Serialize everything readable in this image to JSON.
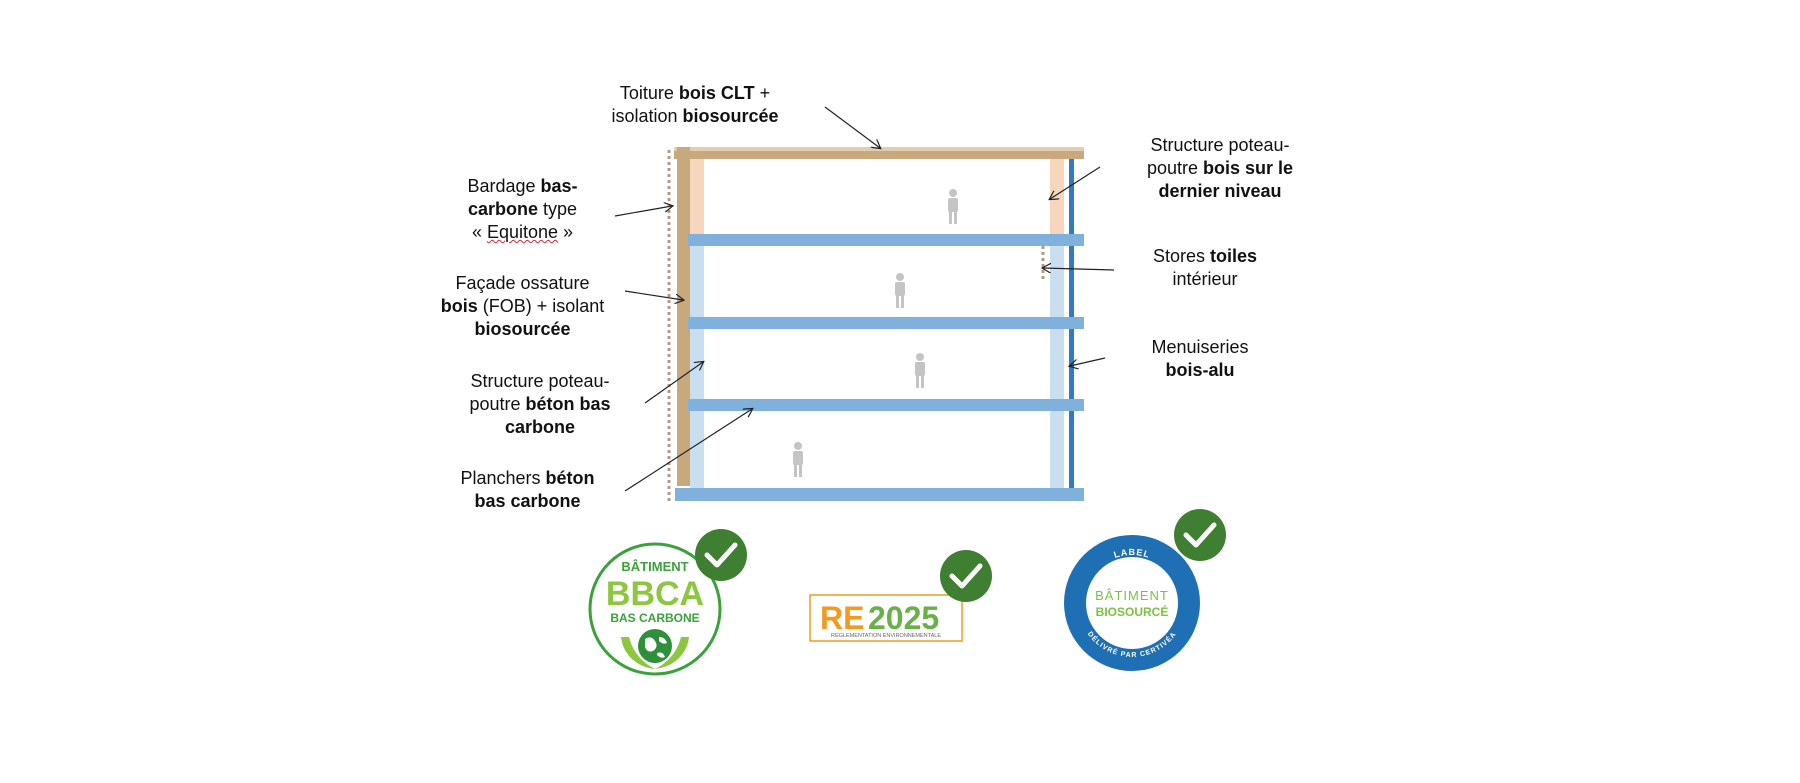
{
  "labels": {
    "toiture": {
      "l1_a": "Toiture ",
      "l1_b": "bois CLT",
      "l1_c": " +",
      "l2_a": "isolation ",
      "l2_b": "biosourcée"
    },
    "bardage": {
      "l1_a": "Bardage ",
      "l1_b": "bas-",
      "l2_a": "carbone",
      "l2_b": " type",
      "l3_a": "« ",
      "l3_b": "Equitone",
      "l3_c": " »"
    },
    "facade": {
      "l1": "Façade ossature",
      "l2_a": "bois",
      "l2_b": " (FOB) + isolant",
      "l3": "biosourcée"
    },
    "structure_beton": {
      "l1": "Structure poteau-",
      "l2_a": "poutre ",
      "l2_b": "béton bas",
      "l3": "carbone"
    },
    "planchers": {
      "l1_a": "Planchers ",
      "l1_b": "béton",
      "l2": "bas carbone"
    },
    "structure_bois": {
      "l1": "Structure poteau-",
      "l2_a": "poutre ",
      "l2_b": "bois sur le",
      "l3": "dernier niveau"
    },
    "stores": {
      "l1_a": "Stores ",
      "l1_b": "toiles",
      "l2": "intérieur"
    },
    "menuiseries": {
      "l1": "Menuiseries",
      "l2": "bois-alu"
    }
  },
  "badges": {
    "bbca": {
      "top": "BÂTIMENT",
      "main": "BBCA",
      "sub": "BAS CARBONE"
    },
    "re2025": {
      "main_a": "RE",
      "main_b": "2025",
      "sub": "RÉGLEMENTATION ENVIRONNEMENTALE"
    },
    "biosource": {
      "top": "LABEL",
      "l1": "BÂTIMENT",
      "l2": "BIOSOURCÉ",
      "bottom": "DÉLIVRÉ PAR CERTIVÉA"
    }
  },
  "colors": {
    "wood": "#c8a97e",
    "wood_light": "#f6d6bd",
    "slab_blue": "#7fb1dc",
    "glass_light": "#c9dff0",
    "frame_blue": "#2f7dc0",
    "person": "#c4c4c4",
    "check_green": "#3f7f32",
    "bbca_green": "#3aa23a",
    "bbca_lime": "#8dc63f",
    "re_orange": "#f39a1f",
    "re_green": "#67b246",
    "bio_blue": "#1f6fb5",
    "bio_green": "#7cc142"
  },
  "icons": [
    "person-icon",
    "check-icon",
    "globe-icon",
    "hands-icon"
  ]
}
